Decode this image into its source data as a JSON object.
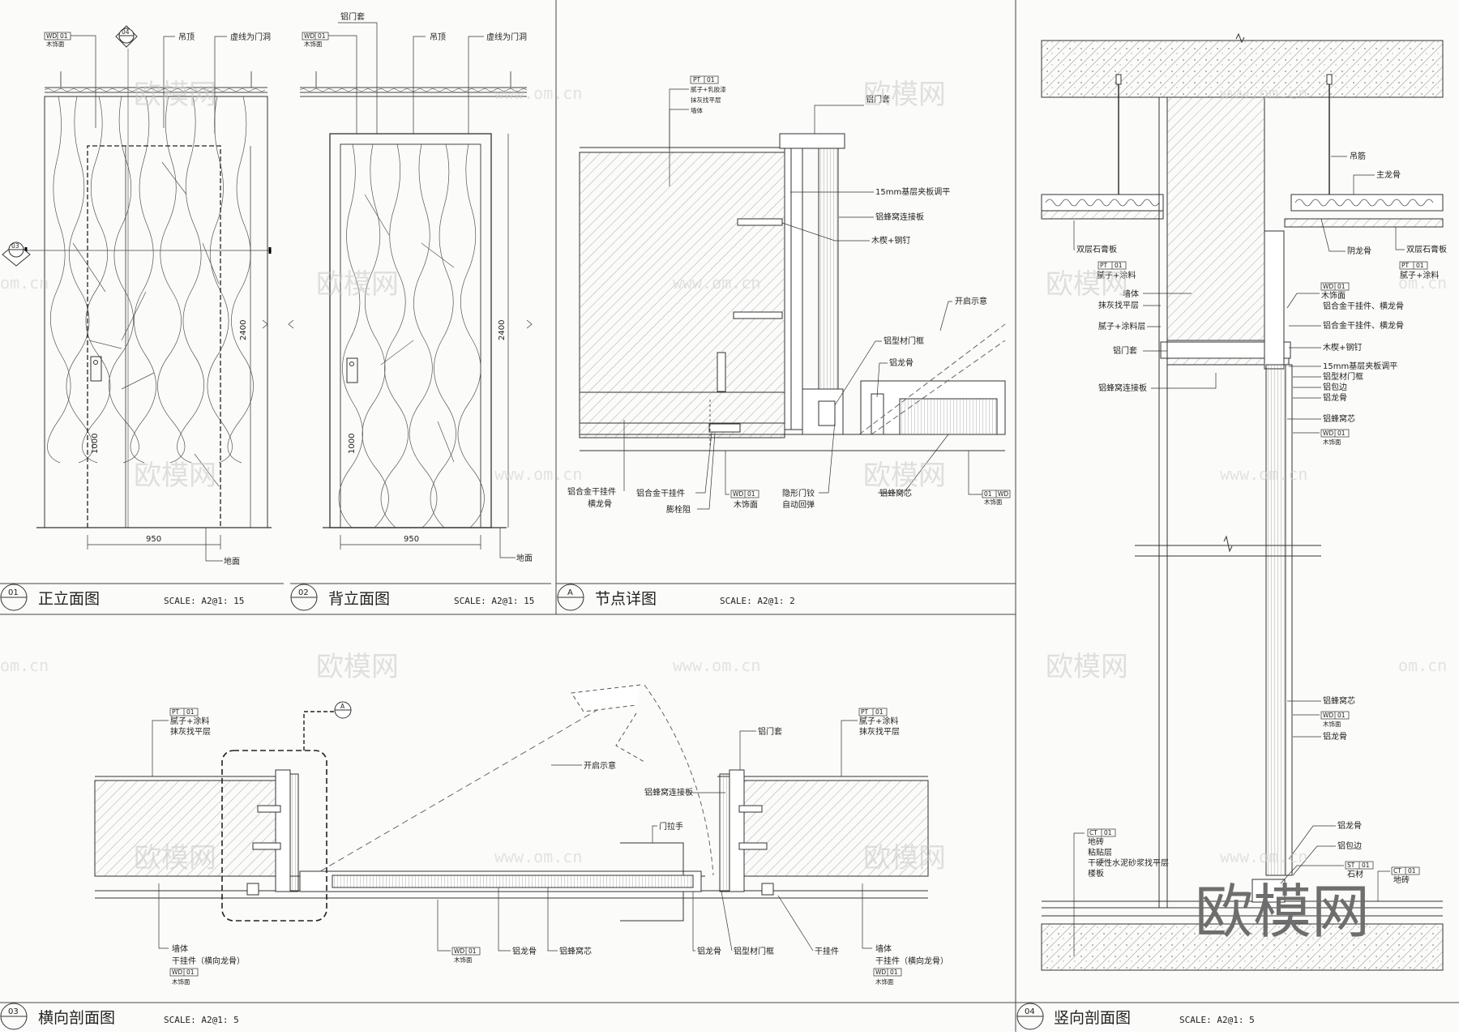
{
  "panels": {
    "p01": {
      "num": "01",
      "title": "正立面图",
      "scale": "SCALE: A2@1: 15"
    },
    "p02": {
      "num": "02",
      "title": "背立面图",
      "scale": "SCALE: A2@1: 15"
    },
    "pA": {
      "num": "A",
      "title": "节点详图",
      "scale": "SCALE: A2@1: 2"
    },
    "p03": {
      "num": "03",
      "title": "横向剖面图",
      "scale": "SCALE: A2@1: 5"
    },
    "p04": {
      "num": "04",
      "title": "竖向剖面图",
      "scale": "SCALE: A2@1: 5"
    }
  },
  "elev": {
    "width": "950",
    "height": "2400",
    "handle": "1000",
    "ceiling": "吊顶",
    "dashed_note": "虚线为门洞",
    "floor": "地面",
    "frame": "铝门套",
    "tag_wd": "WD",
    "tag_01": "01",
    "tag_mat": "木饰面",
    "sec04": "04",
    "sec03": "03"
  },
  "nodeA": {
    "tag_pt": "PT",
    "tag_01": "01",
    "l1": "腻子+乳胶漆",
    "l2": "抹灰找平层",
    "l3": "墙体",
    "frame": "铝门套",
    "ply": "15mm基层夹板调平",
    "conn": "铝蜂窝连接板",
    "screw": "木楔+钢钉",
    "open": "开启示意",
    "alumframe": "铝型材门框",
    "keel": "铝龙骨",
    "hanger1": "铝合金干挂件",
    "hanger2": "横龙骨",
    "woodface": "木饰面",
    "bolt": "膨栓阻",
    "hinge1": "隐形门铰",
    "hinge2": "自动回弹",
    "core": "铝蜂窝芯",
    "tag_wd": "WD"
  },
  "sec03": {
    "tag_pt": "PT",
    "tag_01": "01",
    "l1": "腻子+涂料",
    "l2": "抹灰找平层",
    "marker": "A",
    "frame": "铝门套",
    "open": "开启示意",
    "conn": "铝蜂窝连接板",
    "pull": "门拉手",
    "wall": "墙体",
    "hang": "干挂件（横向龙骨）",
    "tag_wd": "WD",
    "wood": "木饰面",
    "keel": "铝龙骨",
    "core": "铝蜂窝芯",
    "alumframe": "铝型材门框",
    "dry": "干挂件"
  },
  "sec04": {
    "suspender": "吊筋",
    "mainkeel": "主龙骨",
    "gyp": "双层石膏板",
    "tag_pt": "PT",
    "tag_01": "01",
    "putty": "腻子+涂料",
    "tag_wd": "WD",
    "wood": "木饰面",
    "wall": "墙体",
    "plaster": "抹灰找平层",
    "angle": "阴龙骨",
    "hanger": "铝合金干挂件、横龙骨",
    "putty2": "腻子+涂料层",
    "screw": "木楔+钢钉",
    "ply": "15mm基层夹板调平",
    "frame": "铝门套",
    "alumframe": "铝型材门框",
    "edge": "铝包边",
    "keel": "铝龙骨",
    "conn": "铝蜂窝连接板",
    "core": "铝蜂窝芯",
    "tag_ct": "CT",
    "tile": "地砖",
    "glue": "粘贴层",
    "mortar": "干硬性水泥砂浆找平层",
    "slab": "楼板",
    "tag_st": "ST",
    "stone": "石材"
  },
  "watermark": {
    "cn": "欧模网",
    "url": "www.om.cn",
    "frag": "om.cn"
  }
}
